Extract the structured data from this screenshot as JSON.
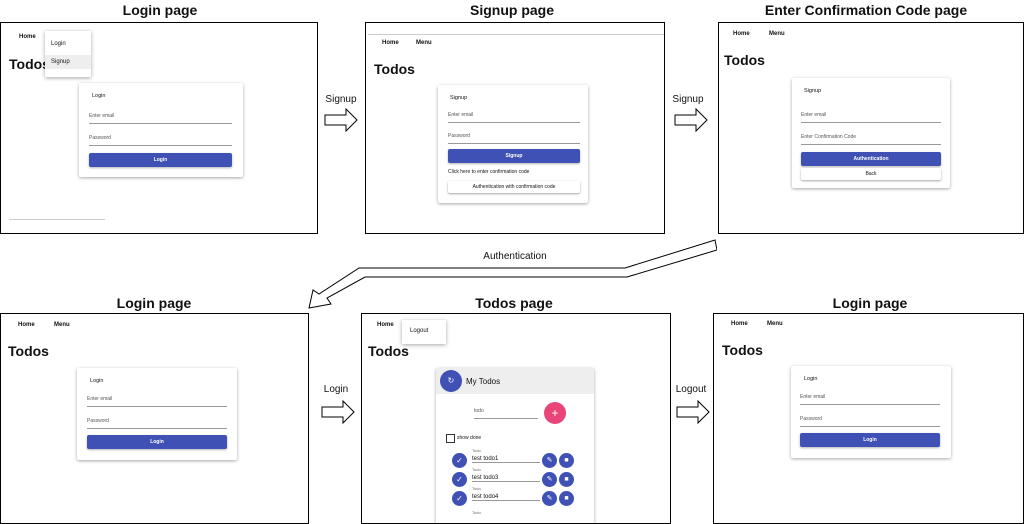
{
  "titles": {
    "login1": "Login page",
    "signup": "Signup page",
    "confirm": "Enter Confirmation Code page",
    "login2": "Login page",
    "todos": "Todos page",
    "login3": "Login page"
  },
  "nav": {
    "home": "Home",
    "menu": "Menu"
  },
  "app_title": "Todos",
  "dropdown": {
    "login": "Login",
    "signup": "Signup",
    "logout": "Logout"
  },
  "login_card": {
    "title": "Login",
    "email_placeholder": "Enter email",
    "password_placeholder": "Password",
    "button": "Login"
  },
  "signup_card": {
    "title": "Signup",
    "email_placeholder": "Enter email",
    "password_placeholder": "Password",
    "button": "Signup",
    "hint": "Click here to enter confirmation code",
    "confirm_button": "Authentication with confirmation code"
  },
  "confirm_card": {
    "title": "Signup",
    "email_placeholder": "Enter email",
    "code_placeholder": "Enter Confirmation Code",
    "auth_button": "Authentication",
    "back_button": "Back"
  },
  "todos_card": {
    "title": "My Todos",
    "input_placeholder": "todo",
    "show_done": "show done",
    "item_label": "Todo",
    "items": [
      "test todo1",
      "test todo3",
      "test todo4"
    ]
  },
  "arrows": {
    "signup1": "Signup",
    "signup2": "Signup",
    "authentication": "Authentication",
    "login": "Login",
    "logout": "Logout"
  },
  "colors": {
    "primary": "#3f51b5",
    "accent": "#e94578"
  },
  "icons": [
    "arrow-right-icon",
    "refresh-icon",
    "plus-icon",
    "check-icon",
    "edit-icon",
    "delete-icon",
    "checkbox-icon"
  ]
}
